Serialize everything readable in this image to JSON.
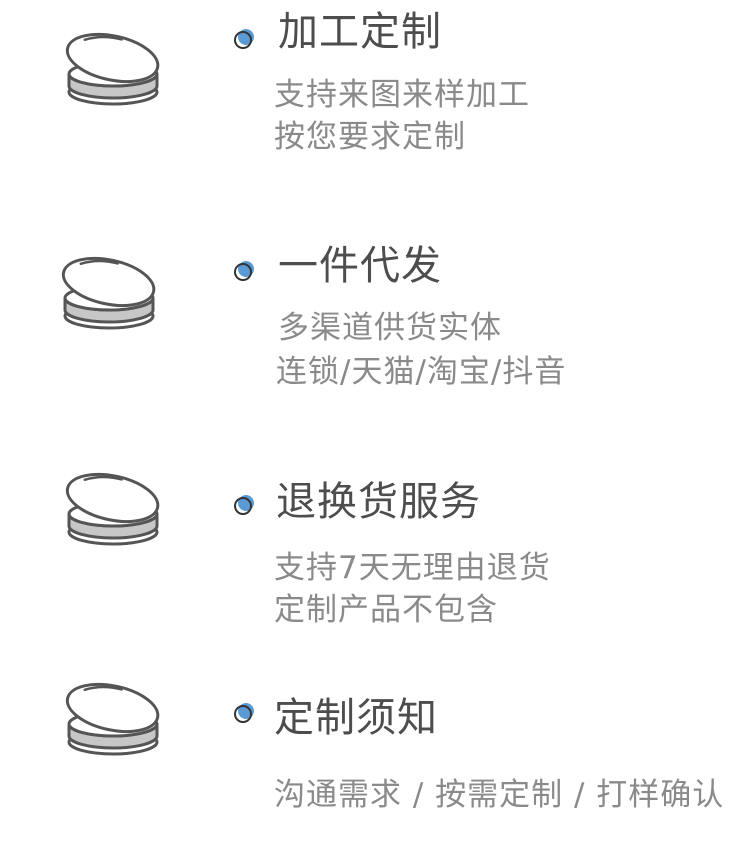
{
  "features": [
    {
      "icon": "stacked-discs-icon",
      "title": "加工定制",
      "lines": [
        "支持来图来样加工",
        "按您要求定制"
      ]
    },
    {
      "icon": "stacked-discs-icon",
      "title": "一件代发",
      "lines": [
        "多渠道供货实体",
        "连锁/天猫/淘宝/抖音"
      ]
    },
    {
      "icon": "stacked-discs-icon",
      "title": "退换货服务",
      "lines": [
        "支持7天无理由退货",
        "定制产品不包含"
      ]
    },
    {
      "icon": "stacked-discs-icon",
      "title": "定制须知",
      "lines": [
        "沟通需求 / 按需定制 / 打样确认"
      ]
    }
  ],
  "colors": {
    "title": "#4d4d4d",
    "body": "#8a8a8a",
    "dot": "#5b9bd5",
    "disc_fill": "#c7c7c7",
    "outline": "#555555"
  }
}
